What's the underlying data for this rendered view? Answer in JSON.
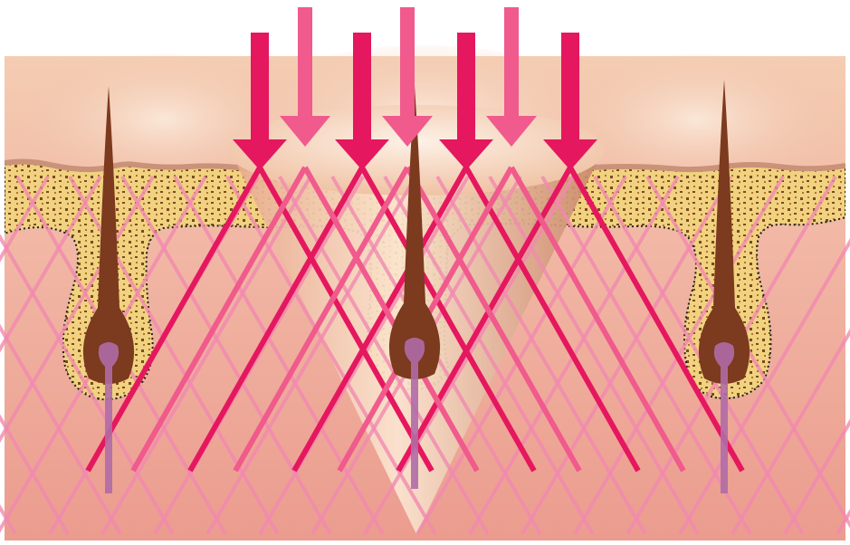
{
  "colors": {
    "background": "#ffffff",
    "skin_deep": "#eb9c8e",
    "skin_mid": "#f2b9a6",
    "skin_surface": "#f0c7ad",
    "epidermis_edge": "#c99279",
    "fat_layer": "#f0d280",
    "fat_dots": "#7a4a22",
    "hair": "#7c3a1e",
    "hair_root": "#b06ba6",
    "beam_strong": "#e5175f",
    "beam_soft": "#f05a8c",
    "beam_faint": "#f28ab0",
    "cone_light": "#fae0c8",
    "cone_shadow": "#d89577"
  },
  "icons": {
    "strong_arrow": "downward-arrow-icon",
    "soft_arrow": "downward-arrow-icon",
    "hair": "hair-follicle-icon"
  },
  "strong_arrow_count": 4,
  "soft_arrow_count": 3,
  "hair_follicle_count": 3
}
